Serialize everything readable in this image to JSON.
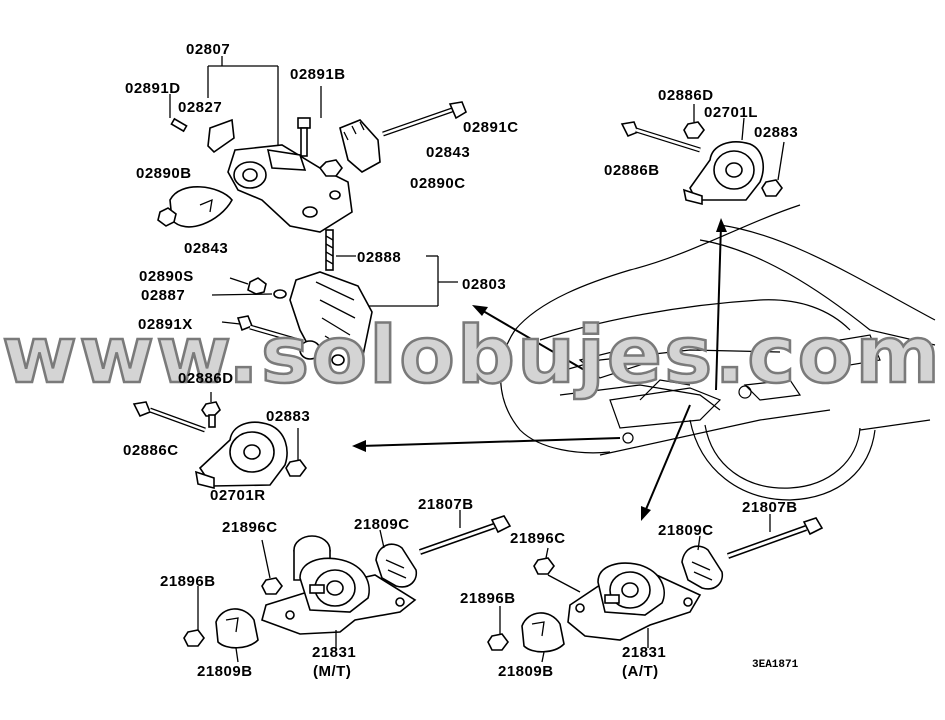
{
  "labels": {
    "l02807": "02807",
    "l02891D": "02891D",
    "l02891B": "02891B",
    "l02827": "02827",
    "l02891C": "02891C",
    "l02843a": "02843",
    "l02890B": "02890B",
    "l02890C": "02890C",
    "l02843b": "02843",
    "l02888": "02888",
    "l02890S": "02890S",
    "l02803": "02803",
    "l02887": "02887",
    "l02891X": "02891X",
    "l02886Da": "02886D",
    "l02883a": "02883",
    "l02886C": "02886C",
    "l02701R": "02701R",
    "l02886Db": "02886D",
    "l02701L": "02701L",
    "l02883b": "02883",
    "l02886B": "02886B",
    "l21807Ba": "21807B",
    "l21896Ca": "21896C",
    "l21809Ca": "21809C",
    "l21896Ba": "21896B",
    "l21831a": "21831",
    "l21809Ba": "21809B",
    "lMT": "(M/T)",
    "l21807Bb": "21807B",
    "l21896Cb": "21896C",
    "l21809Cb": "21809C",
    "l21896Bb": "21896B",
    "l21831b": "21831",
    "l21809Bb": "21809B",
    "lAT": "(A/T)"
  },
  "diagram_code": "3EA1871",
  "watermark": "www.solobujes.com"
}
